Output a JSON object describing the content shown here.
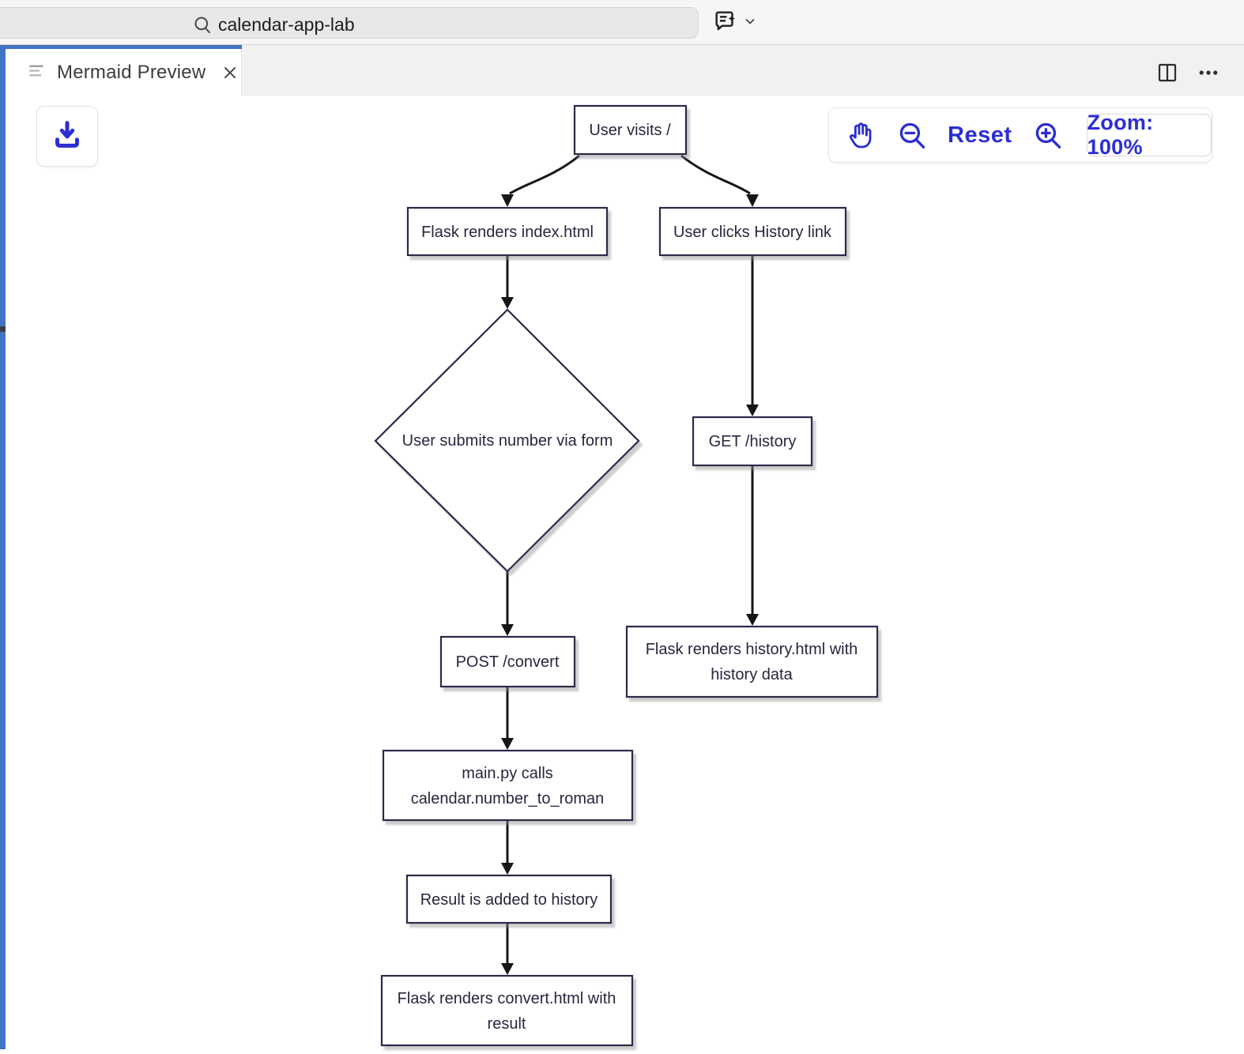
{
  "topbar": {
    "search_value": "calendar-app-lab"
  },
  "tab": {
    "title": "Mermaid Preview"
  },
  "preview_toolbar": {
    "reset_label": "Reset",
    "zoom_level_label": "Zoom: 100%"
  },
  "icons": {
    "search": "magnifier-icon",
    "copilot": "chat-sparkle-icon",
    "copilot_chevron": "chevron-down-icon",
    "tab_icon": "preview-lines-icon",
    "tab_close": "close-icon",
    "split_editor": "split-editor-icon",
    "more_actions": "ellipsis-icon",
    "download": "download-icon",
    "pan": "hand-icon",
    "zoom_out": "magnifier-minus-icon",
    "zoom_in": "magnifier-plus-icon"
  },
  "colors": {
    "accent_blue": "#4273c4",
    "toolbar_blue": "#2b2ed3",
    "node_border": "#2b2b4a",
    "node_text": "#26263f",
    "edge": "#16161a"
  },
  "diagram": {
    "type": "flowchart",
    "nodes": {
      "visit": {
        "label": "User visits /"
      },
      "index": {
        "label": "Flask renders index.html"
      },
      "history_link": {
        "label": "User clicks History link"
      },
      "submit": {
        "label": "User submits number via form"
      },
      "post": {
        "label": "POST /convert"
      },
      "mainpy": {
        "line1": "main.py calls",
        "line2": "calendar.number_to_roman"
      },
      "result": {
        "label": "Result is added to history"
      },
      "convert": {
        "line1": "Flask renders convert.html with",
        "line2": "result"
      },
      "get": {
        "label": "GET /history"
      },
      "historyhtml": {
        "line1": "Flask renders history.html with",
        "line2": "history data"
      }
    },
    "edges": [
      "visit->index",
      "visit->history_link",
      "index->submit",
      "submit->post",
      "post->mainpy",
      "mainpy->result",
      "result->convert",
      "history_link->get",
      "get->historyhtml"
    ]
  }
}
